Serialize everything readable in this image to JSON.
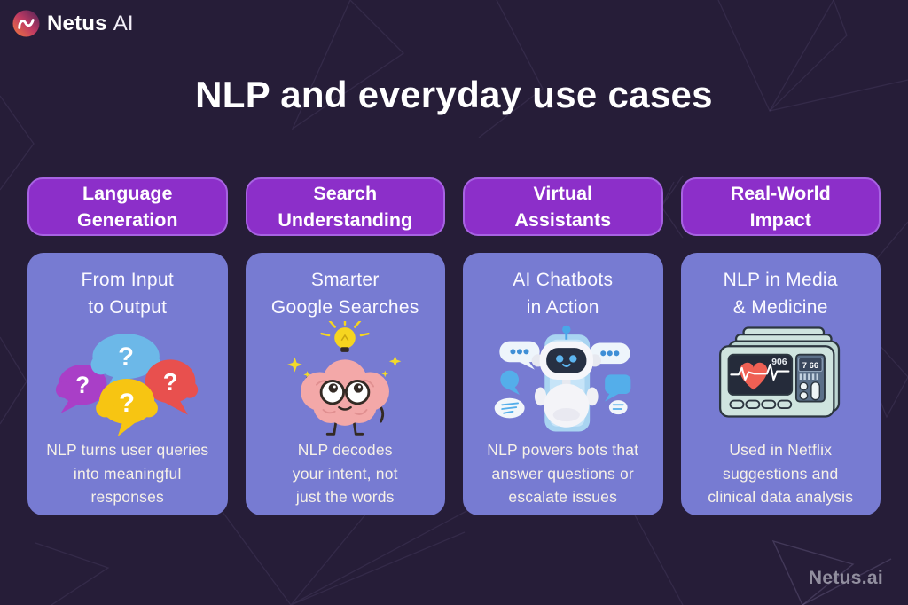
{
  "brand": {
    "name_bold": "Netus",
    "name_light": "AI"
  },
  "page_title": "NLP and everyday use cases",
  "watermark": "Netus.ai",
  "columns": [
    {
      "header": "Language\nGeneration",
      "card_title": "From Input\nto Output",
      "card_body": "NLP turns user queries\ninto meaningful\nresponses",
      "icon": "question-speech-bubbles"
    },
    {
      "header": "Search\nUnderstanding",
      "card_title": "Smarter\nGoogle Searches",
      "card_body": "NLP decodes\nyour intent, not\njust the words",
      "icon": "thinking-brain-lightbulb"
    },
    {
      "header": "Virtual\nAssistants",
      "card_title": "AI Chatbots\nin Action",
      "card_body": "NLP powers bots that\nanswer questions or\nescalate issues",
      "icon": "chatbot-robot"
    },
    {
      "header": "Real-World\nImpact",
      "card_title": "NLP in Media\n& Medicine",
      "card_body": "Used in Netflix\nsuggestions and\nclinical data analysis",
      "icon": "heart-rate-monitor"
    }
  ],
  "monitor_display": {
    "screen_reading": "906",
    "side_reading": "7 66"
  },
  "icons": {
    "question_mark": "?"
  },
  "colors": {
    "background": "#261d38",
    "header_pill": "#8c2fc9",
    "header_pill_border": "#a763e2",
    "card": "#777bd2",
    "card_body_text": "#f6f1e7",
    "bubble_blue": "#6cb8e8",
    "bubble_purple": "#a93fc7",
    "bubble_red": "#e8504e",
    "bubble_yellow": "#f7c512",
    "brain_pink": "#f3a8a8",
    "bulb_yellow": "#f6d51f",
    "robot_blue": "#54aeea",
    "monitor_teal": "#cfe4df",
    "heart_red": "#ef6054"
  }
}
